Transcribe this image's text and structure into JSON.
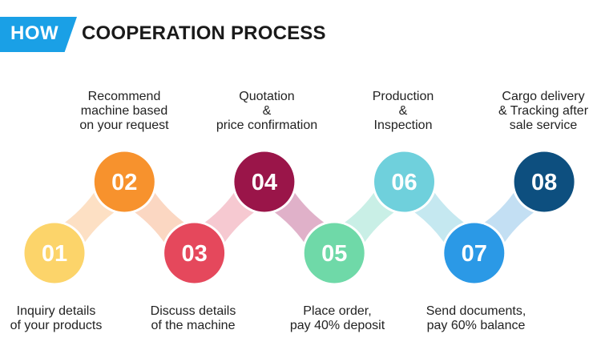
{
  "header": {
    "tag": "HOW",
    "title": "COOPERATION PROCESS",
    "tag_color": "#1aa0e6"
  },
  "steps": [
    {
      "number": "01",
      "color": "#fcd46a",
      "label_lines": [
        "Inquiry details",
        "of your products"
      ]
    },
    {
      "number": "02",
      "color": "#f7922d",
      "label_lines": [
        "Recommend",
        "machine based",
        "on your request"
      ]
    },
    {
      "number": "03",
      "color": "#e5485c",
      "label_lines": [
        "Discuss details",
        "of the machine"
      ]
    },
    {
      "number": "04",
      "color": "#9a1549",
      "label_lines": [
        "Quotation",
        "&",
        "price confirmation"
      ]
    },
    {
      "number": "05",
      "color": "#6fd9a8",
      "label_lines": [
        "Place order,",
        "pay 40% deposit"
      ]
    },
    {
      "number": "06",
      "color": "#6fd0dc",
      "label_lines": [
        "Production",
        "&",
        "Inspection"
      ]
    },
    {
      "number": "07",
      "color": "#2b99e6",
      "label_lines": [
        "Send documents,",
        "pay 60% balance"
      ]
    },
    {
      "number": "08",
      "color": "#0d4f7f",
      "label_lines": [
        "Cargo delivery",
        "& Tracking after",
        "sale service"
      ]
    }
  ],
  "connector_colors": [
    "#fde0c4",
    "#fbd7c2",
    "#f6c9d1",
    "#e0b1c9",
    "#c9efe6",
    "#c5e8f0",
    "#c3dff3"
  ]
}
